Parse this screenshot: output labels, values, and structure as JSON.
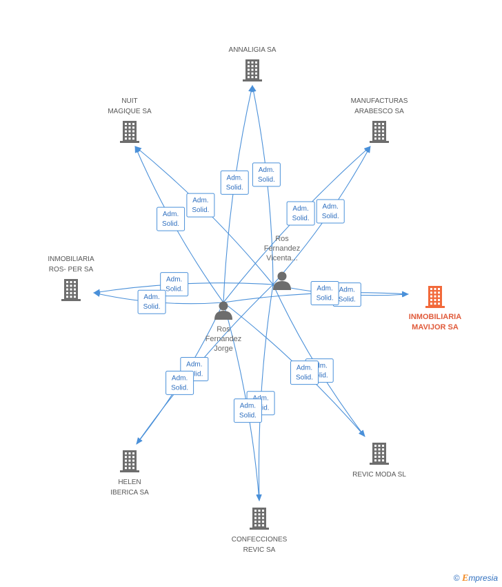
{
  "colors": {
    "edge": "#4a90d9",
    "company": "#6d6d6d",
    "main_company": "#f2693a",
    "person": "#6d6d6d"
  },
  "companies": [
    {
      "id": "annaligia",
      "lines": [
        "ANNALIGIA SA"
      ],
      "main": false
    },
    {
      "id": "nuit",
      "lines": [
        "NUIT",
        "MAGIQUE SA"
      ],
      "main": false
    },
    {
      "id": "manufacturas",
      "lines": [
        "MANUFACTURAS",
        "ARABESCO SA"
      ],
      "main": false
    },
    {
      "id": "rosper",
      "lines": [
        "INMOBILIARIA",
        "ROS- PER SA"
      ],
      "main": false
    },
    {
      "id": "mavijor",
      "lines": [
        "INMOBILIARIA",
        "MAVIJOR SA"
      ],
      "main": true
    },
    {
      "id": "helen",
      "lines": [
        "HELEN",
        "IBERICA SA"
      ],
      "main": false
    },
    {
      "id": "revicmoda",
      "lines": [
        "REVIC MODA SL"
      ],
      "main": false
    },
    {
      "id": "confecciones",
      "lines": [
        "CONFECCIONES",
        "REVIC SA"
      ],
      "main": false
    }
  ],
  "persons": [
    {
      "id": "vicenta",
      "lines": [
        "Ros",
        "Fernandez",
        "Vicenta..."
      ]
    },
    {
      "id": "jorge",
      "lines": [
        "Ros",
        "Fernandez",
        "Jorge"
      ]
    }
  ],
  "edge_label": [
    "Adm.",
    "Solid."
  ],
  "edges": [
    {
      "from": "vicenta",
      "to": "annaligia"
    },
    {
      "from": "vicenta",
      "to": "nuit"
    },
    {
      "from": "vicenta",
      "to": "manufacturas"
    },
    {
      "from": "vicenta",
      "to": "rosper"
    },
    {
      "from": "vicenta",
      "to": "mavijor"
    },
    {
      "from": "vicenta",
      "to": "helen"
    },
    {
      "from": "vicenta",
      "to": "revicmoda"
    },
    {
      "from": "vicenta",
      "to": "confecciones"
    },
    {
      "from": "jorge",
      "to": "annaligia"
    },
    {
      "from": "jorge",
      "to": "nuit"
    },
    {
      "from": "jorge",
      "to": "manufacturas"
    },
    {
      "from": "jorge",
      "to": "rosper"
    },
    {
      "from": "jorge",
      "to": "mavijor"
    },
    {
      "from": "jorge",
      "to": "helen"
    },
    {
      "from": "jorge",
      "to": "revicmoda"
    },
    {
      "from": "jorge",
      "to": "confecciones"
    }
  ],
  "footer": {
    "copyright": "©",
    "brand_initial": "E",
    "brand_rest": "mpresia"
  }
}
